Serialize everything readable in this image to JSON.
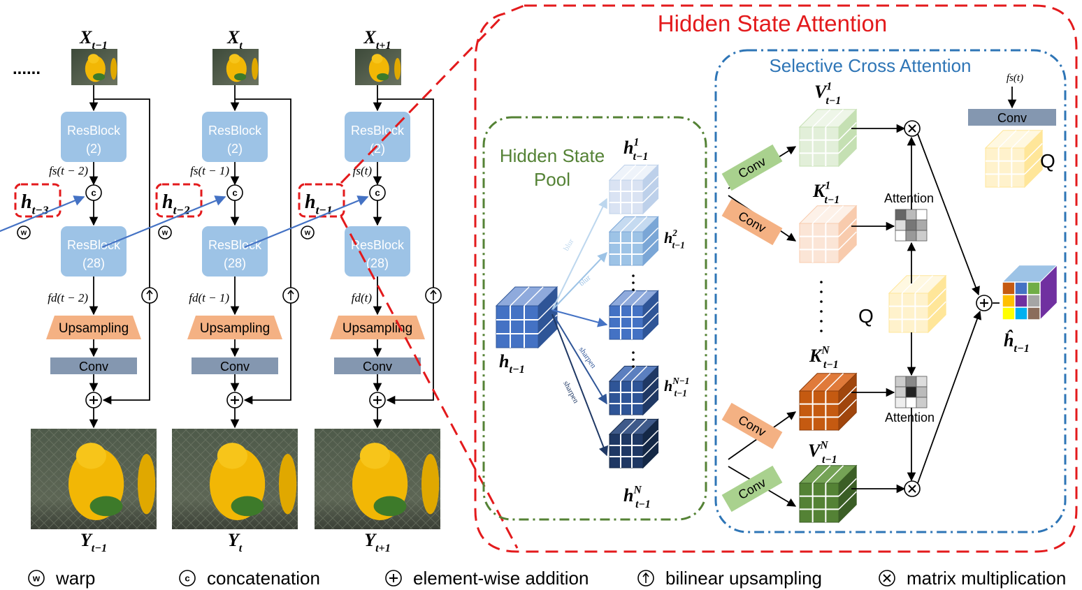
{
  "columns": [
    {
      "input": {
        "base": "X",
        "sub": "t−1"
      },
      "output": {
        "base": "Y",
        "sub": "t−1"
      },
      "fs": "fs(t − 2)",
      "fd": "fd(t − 2)",
      "hidden": {
        "base": "h",
        "sub": "t−3"
      }
    },
    {
      "input": {
        "base": "X",
        "sub": "t"
      },
      "output": {
        "base": "Y",
        "sub": "t"
      },
      "fs": "fs(t − 1)",
      "fd": "fd(t − 1)",
      "hidden": {
        "base": "h",
        "sub": "t−2"
      }
    },
    {
      "input": {
        "base": "X",
        "sub": "t+1"
      },
      "output": {
        "base": "Y",
        "sub": "t+1"
      },
      "fs": "fs(t)",
      "fd": "fd(t)",
      "hidden": {
        "base": "h",
        "sub": "t−1"
      }
    }
  ],
  "ellipsis": "......",
  "blocks": {
    "resblock_label": "ResBlock",
    "resblock_small_count": "(2)",
    "resblock_large_count": "(28)",
    "upsampling": "Upsampling",
    "conv": "Conv"
  },
  "hsa": {
    "title": "Hidden State Attention",
    "pool_title_line1": "Hidden State",
    "pool_title_line2": "Pool",
    "pool_input": {
      "base": "h",
      "sub": "t−1"
    },
    "pool_items": [
      {
        "base": "h",
        "sup": "1",
        "sub": "t−1"
      },
      {
        "base": "h",
        "sup": "2",
        "sub": "t−1"
      },
      {
        "base": "h",
        "sup": "N−1",
        "sub": "t−1"
      },
      {
        "base": "h",
        "sup": "N",
        "sub": "t−1"
      }
    ],
    "arrow_labels": [
      "blur",
      "blur",
      "sharpen",
      "sharpen"
    ],
    "sca_title": "Selective Cross Attention",
    "conv": "Conv",
    "v1": {
      "base": "V",
      "sup": "1",
      "sub": "t−1"
    },
    "k1": {
      "base": "K",
      "sup": "1",
      "sub": "t−1"
    },
    "kn": {
      "base": "K",
      "sup": "N",
      "sub": "t−1"
    },
    "vn": {
      "base": "V",
      "sup": "N",
      "sub": "t−1"
    },
    "q": "Q",
    "attention": "Attention",
    "fs_t": "fs(t)",
    "output": {
      "base": "ĥ",
      "sub": "t−1"
    }
  },
  "legend": [
    {
      "symbol": "w",
      "label": "warp"
    },
    {
      "symbol": "c",
      "label": "concatenation"
    },
    {
      "symbol": "+",
      "label": "element-wise addition"
    },
    {
      "symbol": "↑",
      "label": "bilinear upsampling"
    },
    {
      "symbol": "x",
      "label": "matrix multiplication"
    }
  ],
  "colors": {
    "resblock": "#9dc3e6",
    "upsampling": "#f4b183",
    "conv_bar": "#8497b0",
    "red_dash": "#e31a1c",
    "green_dash": "#548235",
    "blue_dash": "#2e75b6",
    "green_conv": "#a9d18e",
    "orange_conv": "#f4b183"
  }
}
